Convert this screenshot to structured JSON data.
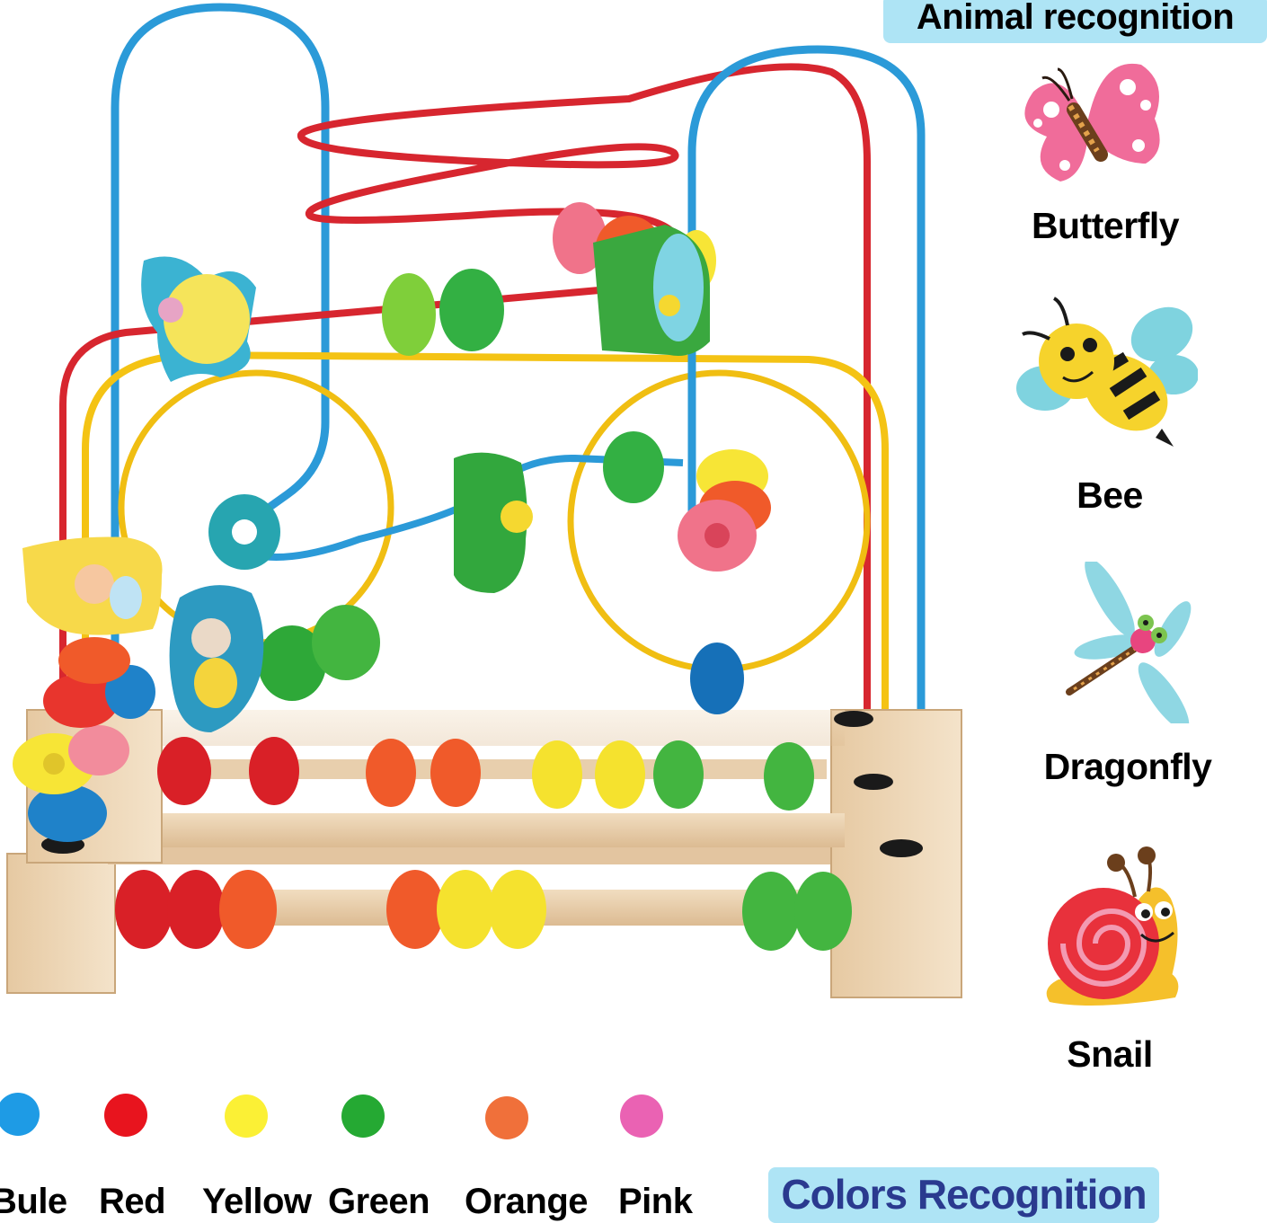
{
  "header": {
    "title": "Animal recognition"
  },
  "animals": [
    {
      "label": "Butterfly",
      "icon": "butterfly-icon"
    },
    {
      "label": "Bee",
      "icon": "bee-icon"
    },
    {
      "label": "Dragonfly",
      "icon": "dragonfly-icon"
    },
    {
      "label": "Snail",
      "icon": "snail-icon"
    }
  ],
  "colors": [
    {
      "label": "Bule",
      "hex": "#1e9be5"
    },
    {
      "label": "Red",
      "hex": "#e8141e"
    },
    {
      "label": "Yellow",
      "hex": "#fbf035"
    },
    {
      "label": "Green",
      "hex": "#25a933"
    },
    {
      "label": "Orange",
      "hex": "#f0703a"
    },
    {
      "label": "Pink",
      "hex": "#ea62b3"
    }
  ],
  "footer": {
    "title": "Colors Recognition"
  }
}
